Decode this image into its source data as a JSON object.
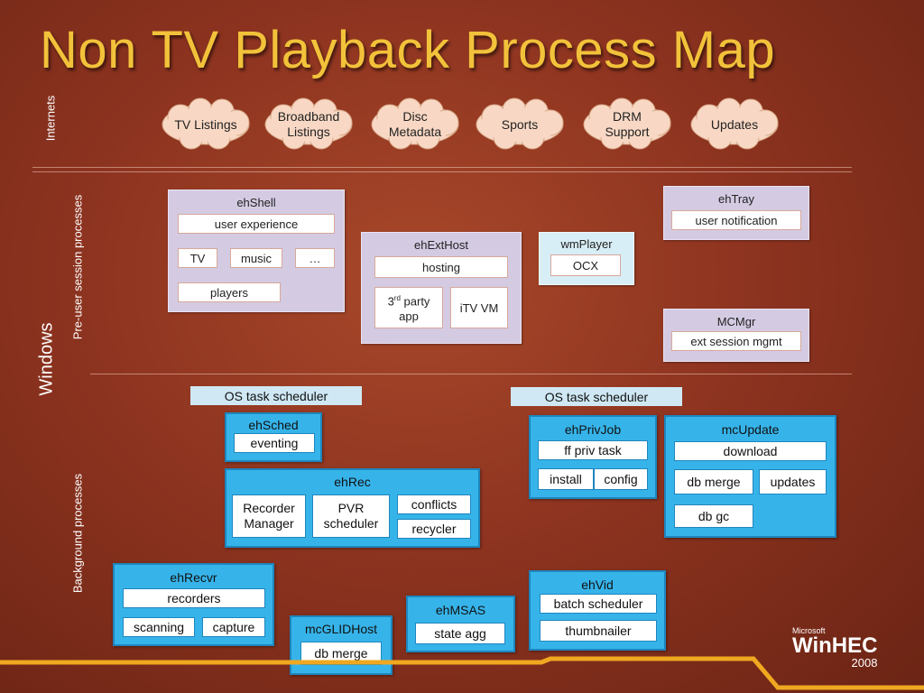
{
  "title": "Non TV Playback Process Map",
  "labels": {
    "internets": "Internets",
    "windows": "Windows",
    "pre_user": "Pre-user session processes",
    "background": "Background processes"
  },
  "clouds": [
    "TV Listings",
    "Broadband Listings",
    "Disc Metadata",
    "Sports",
    "DRM Support",
    "Updates"
  ],
  "pre_user": {
    "ehShell": {
      "title": "ehShell",
      "user_experience": "user experience",
      "tv": "TV",
      "music": "music",
      "more": "…",
      "players": "players"
    },
    "ehExtHost": {
      "title": "ehExtHost",
      "hosting": "hosting",
      "third_party_pre": "3",
      "third_party_sup": "rd",
      "third_party_post": " party",
      "third_party_line2": "app",
      "itv_vm": "iTV VM"
    },
    "wmPlayer": {
      "title": "wmPlayer",
      "ocx": "OCX"
    },
    "ehTray": {
      "title": "ehTray",
      "user_notification": "user notification"
    },
    "MCMgr": {
      "title": "MCMgr",
      "ext_session_mgmt": "ext session mgmt"
    }
  },
  "background": {
    "os_task_scheduler_left": "OS task scheduler",
    "os_task_scheduler_right": "OS task scheduler",
    "ehSched": {
      "title": "ehSched",
      "eventing": "eventing"
    },
    "ehRec": {
      "title": "ehRec",
      "recorder_manager": "Recorder Manager",
      "pvr_scheduler": "PVR scheduler",
      "conflicts": "conflicts",
      "recycler": "recycler"
    },
    "ehPrivJob": {
      "title": "ehPrivJob",
      "ff_priv_task": "ff priv task",
      "install": "install",
      "config": "config"
    },
    "mcUpdate": {
      "title": "mcUpdate",
      "download": "download",
      "db_merge": "db merge",
      "updates": "updates",
      "db_gc": "db gc"
    },
    "ehRecvr": {
      "title": "ehRecvr",
      "recorders": "recorders",
      "scanning": "scanning",
      "capture": "capture"
    },
    "mcGLIDHost": {
      "title": "mcGLIDHost",
      "db_merge": "db merge"
    },
    "ehMSAS": {
      "title": "ehMSAS",
      "state_agg": "state agg"
    },
    "ehVid": {
      "title": "ehVid",
      "batch_scheduler": "batch scheduler",
      "thumbnailer": "thumbnailer"
    }
  },
  "logo": {
    "microsoft": "Microsoft",
    "winhec": "WinHEC",
    "year": "2008"
  },
  "colors": {
    "title": "#f2c23a",
    "cloud": "#f8d8c4",
    "session_box": "#d4cbe3",
    "background_box": "#36b4ea",
    "scheduler_bar": "#cfe8f4",
    "logo_stripe": "#f0a820"
  }
}
